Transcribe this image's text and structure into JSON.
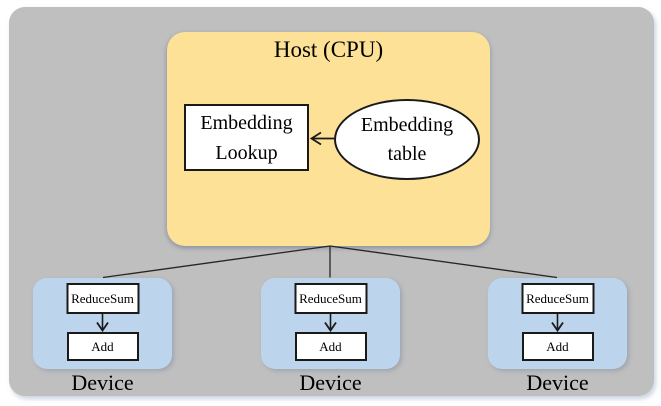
{
  "colors": {
    "background_gray": "#BFBFBF",
    "host_yellow": "#FCE196",
    "device_blue": "#BCD5EC",
    "node_fill": "#FFFFFF",
    "line_color": "#1A1A1A"
  },
  "host": {
    "title": "Host (CPU)",
    "lookup_node": {
      "line1": "Embedding",
      "line2": "Lookup"
    },
    "table_node": {
      "line1": "Embedding",
      "line2": "table"
    }
  },
  "devices": [
    {
      "op1": "ReduceSum",
      "op2": "Add",
      "label": "Device"
    },
    {
      "op1": "ReduceSum",
      "op2": "Add",
      "label": "Device"
    },
    {
      "op1": "ReduceSum",
      "op2": "Add",
      "label": "Device"
    }
  ]
}
